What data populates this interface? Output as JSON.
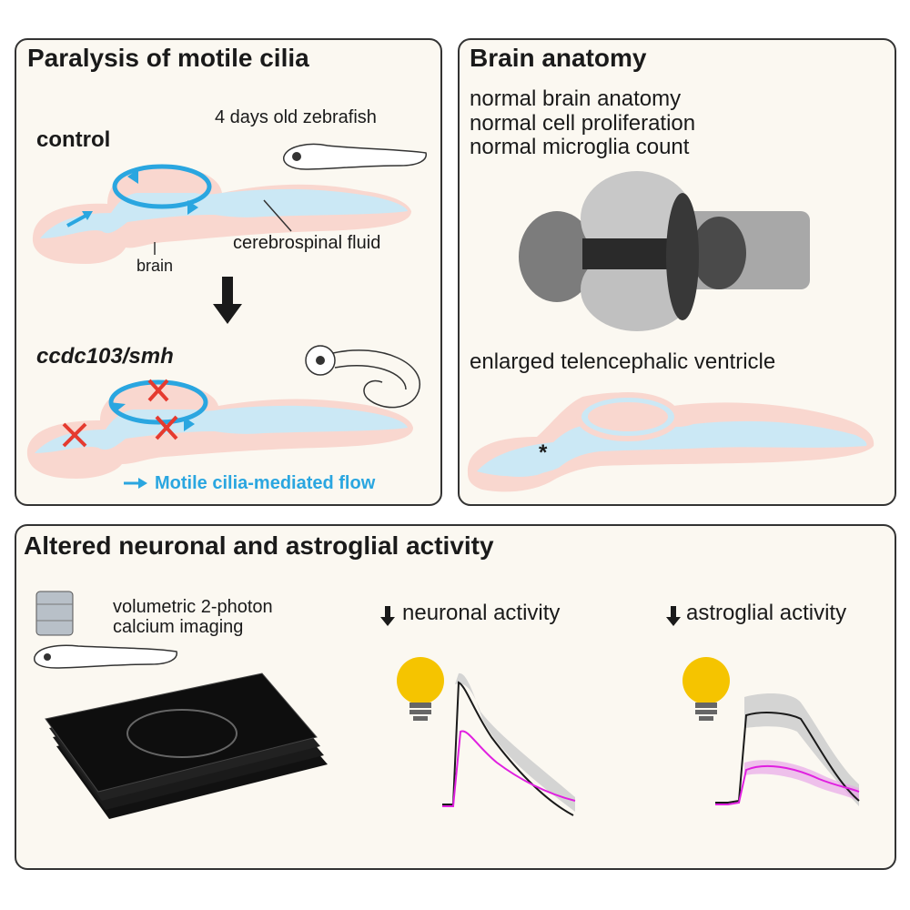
{
  "panel_flow": {
    "title": "Paralysis of motile cilia",
    "control_label": "control",
    "fish_age_label": "4 days old zebrafish",
    "brain_label": "brain",
    "csf_label": "cerebrospinal fluid",
    "mutant_label": "ccdc103/smh",
    "flow_legend": "Motile cilia-mediated flow"
  },
  "panel_anatomy": {
    "title": "Brain anatomy",
    "findings": [
      "normal brain anatomy",
      "normal cell proliferation",
      "normal microglia count"
    ],
    "ventricle_label": "enlarged telencephalic ventricle",
    "asterisk": "*"
  },
  "panel_activity": {
    "title": "Altered neuronal and astroglial activity",
    "imaging_line1": "volumetric 2-photon",
    "imaging_line2": "calcium imaging",
    "neuronal_label": "neuronal activity",
    "astroglial_label": "astroglial activity"
  },
  "colors": {
    "brain": "#f9d7cf",
    "csf": "#cbe8f5",
    "flow_arrow": "#2aa6e0",
    "block_x": "#e53a2f",
    "control_trace": "#1a1a1a",
    "mutant_trace": "#e020e0",
    "bulb": "#f5c400"
  }
}
